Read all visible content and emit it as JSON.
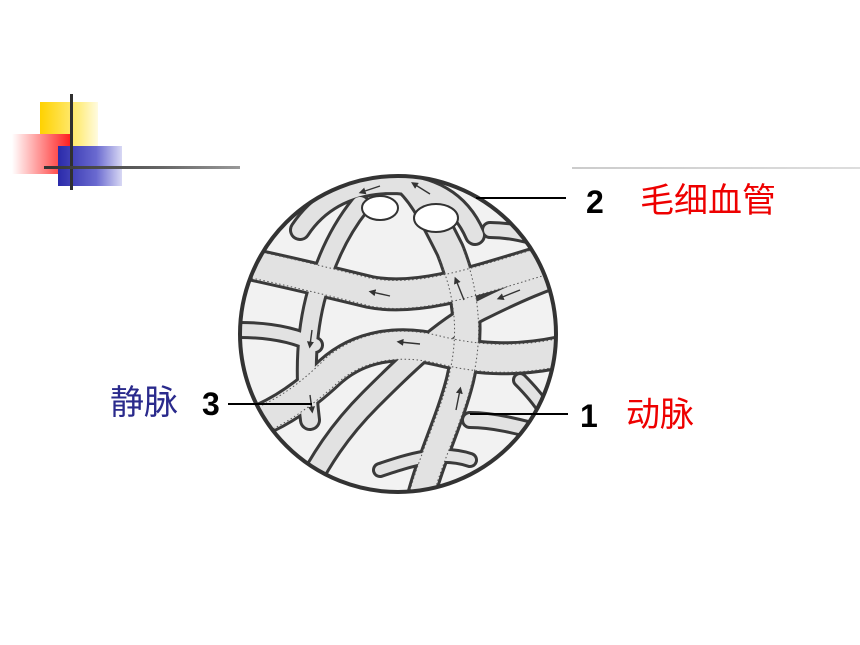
{
  "labels": {
    "capillary": {
      "number": "2",
      "text": "毛细血管"
    },
    "artery": {
      "number": "1",
      "text": "动脉"
    },
    "vein": {
      "number": "3",
      "text": "静脉"
    }
  },
  "colors": {
    "capillary_text": "#ee0000",
    "artery_text": "#ee0000",
    "vein_text": "#2a2a8c",
    "vessel_fill": "#e2e2e2",
    "vessel_edge": "#333333",
    "background": "#ffffff"
  }
}
